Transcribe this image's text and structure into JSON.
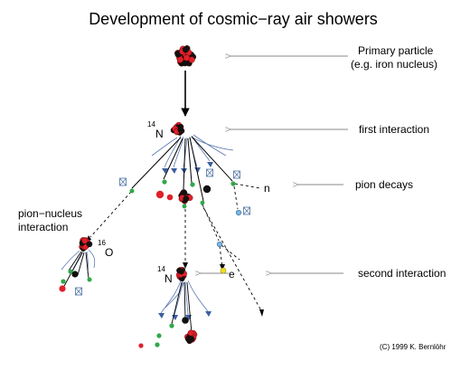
{
  "title": "Development of cosmic−ray air showers",
  "labels": {
    "primary_line1": "Primary particle",
    "primary_line2": "(e.g. iron nucleus)",
    "first_interaction": "first interaction",
    "pion_decays": "pion decays",
    "pion_nucleus_line1": "pion−nucleus",
    "pion_nucleus_line2": "interaction",
    "second_interaction": "second interaction"
  },
  "nuclei": {
    "n14_top_mass": "14",
    "n14_top_symbol": "N",
    "o16_mass": "16",
    "o16_symbol": "O",
    "n14_bottom_mass": "14",
    "n14_bottom_symbol": "N"
  },
  "particles": {
    "neutron": "n",
    "electron": "e"
  },
  "copyright": "(C) 1999 K. Bernlöhr",
  "colors": {
    "proton": "#e0202a",
    "neutron_ball": "#111111",
    "pion_green": "#2fa84a",
    "muon_blue": "#79b6e0",
    "electron_yellow": "#f0e020",
    "ray_blue": "#5a78b0",
    "arrow_gray": "#888888",
    "neutrino_box": "#4a6fa0"
  }
}
